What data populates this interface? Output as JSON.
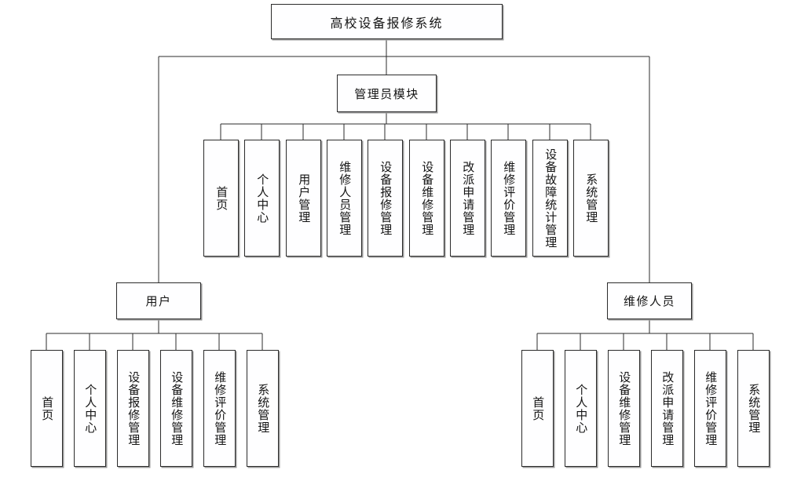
{
  "diagram": {
    "type": "system-function-tree",
    "root": {
      "label": "高校设备报修系统"
    },
    "branches": [
      {
        "key": "admin",
        "label": "管理员模块",
        "children": [
          {
            "label": "首页"
          },
          {
            "label": "个人中心"
          },
          {
            "label": "用户管理"
          },
          {
            "label": "维修人员管理"
          },
          {
            "label": "设备报修管理"
          },
          {
            "label": "设备维修管理"
          },
          {
            "label": "改派申请管理"
          },
          {
            "label": "维修评价管理"
          },
          {
            "label": "设备故障统计管理"
          },
          {
            "label": "系统管理"
          }
        ]
      },
      {
        "key": "user",
        "label": "用户",
        "children": [
          {
            "label": "首页"
          },
          {
            "label": "个人中心"
          },
          {
            "label": "设备报修管理"
          },
          {
            "label": "设备维修管理"
          },
          {
            "label": "维修评价管理"
          },
          {
            "label": "系统管理"
          }
        ]
      },
      {
        "key": "repairman",
        "label": "维修人员",
        "children": [
          {
            "label": "首页"
          },
          {
            "label": "个人中心"
          },
          {
            "label": "设备维修管理"
          },
          {
            "label": "改派申请管理"
          },
          {
            "label": "维修评价管理"
          },
          {
            "label": "系统管理"
          }
        ]
      }
    ],
    "colors": {
      "line": "#2b2b2b",
      "box_border": "#2b2b2b",
      "box_fill": "#fefeff",
      "shadow": "#9a9a9a",
      "text": "#141414",
      "background": "#ffffff"
    }
  }
}
